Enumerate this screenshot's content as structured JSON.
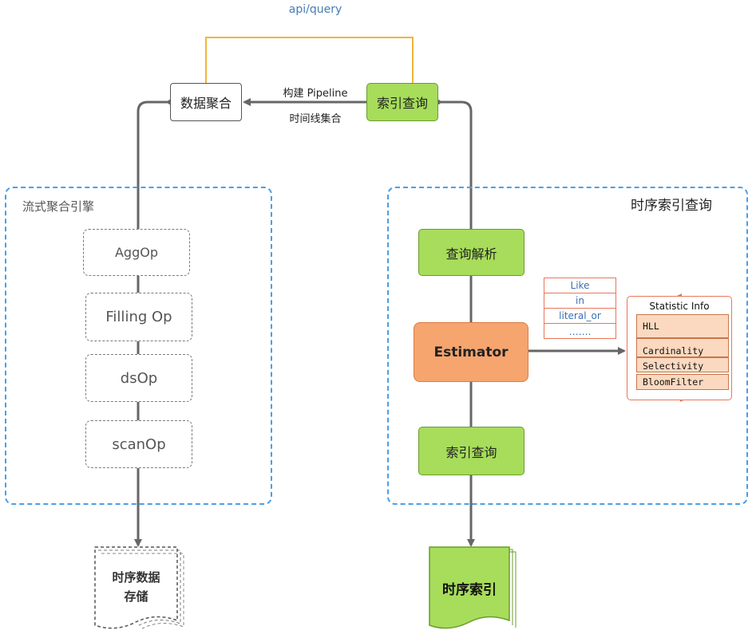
{
  "top": {
    "api_label": "api/query"
  },
  "nodes": {
    "aggregate": "数据聚合",
    "index_query_top": "索引查询",
    "build_pipeline": "构建 Pipeline",
    "timeline_set": "时间线集合"
  },
  "left_region": {
    "title": "流式聚合引擎",
    "ops": [
      "AggOp",
      "Filling Op",
      "dsOp",
      "scanOp"
    ],
    "storage": [
      "时序数据",
      "存储"
    ]
  },
  "right_region": {
    "title": "时序索引查询",
    "parse": "查询解析",
    "estimator": "Estimator",
    "index_query": "索引查询",
    "output": "时序索引",
    "operators": [
      "Like",
      "in",
      "literal_or",
      "……."
    ],
    "statistic": {
      "title": "Statistic Info",
      "items": [
        "HLL",
        "Cardinality",
        "Selectivity",
        "BloomFilter"
      ]
    }
  },
  "colors": {
    "green": "#a7dd5a",
    "orange": "#f6a56f",
    "region_border": "#4a9fe8",
    "api_line": "#f0b53a",
    "stat_border": "#e8775b"
  }
}
